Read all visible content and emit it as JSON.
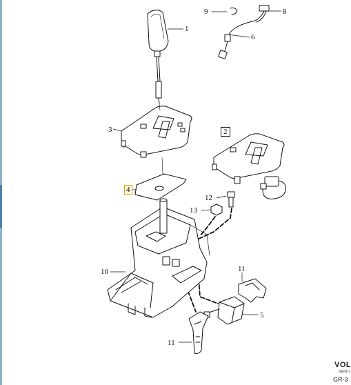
{
  "diagram": {
    "callouts": {
      "c1": "1",
      "c2": "2",
      "c3": "3",
      "c4": "4",
      "c5": "5",
      "c6": "6",
      "c8": "8",
      "c9": "9",
      "c10": "10",
      "c11a": "11",
      "c11b": "11",
      "c12": "12",
      "c13": "13"
    },
    "brand": "VOL",
    "brand_sub": "GENUI",
    "reference": "GR-3"
  },
  "colors": {
    "line": "#111111",
    "highlight_border": "#e0a800",
    "side_strip": "#8fb3cf"
  }
}
